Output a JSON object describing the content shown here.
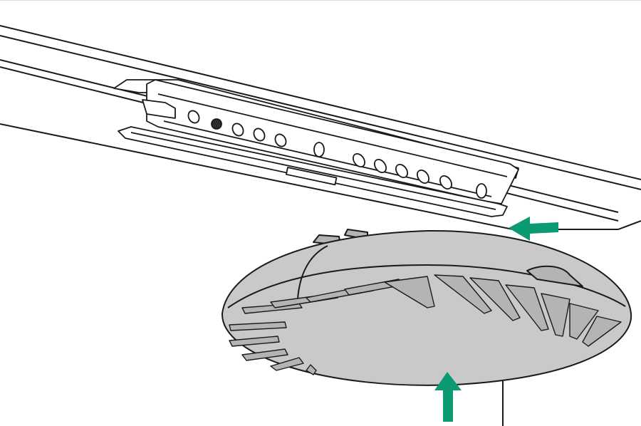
{
  "colors": {
    "background": "#ffffff",
    "line": "#1a1a1a",
    "device_fill": "#c9c9c9",
    "device_shade": "#b4b4b4",
    "arrow": "#0c9a73",
    "screw": "#2a2a2a"
  },
  "components": {
    "ceiling_rail": "ceiling-t-rail",
    "mount_bracket": "mounting-bracket",
    "access_point": "access-point-device",
    "arrow_slide": "arrow-right-to-left",
    "arrow_push": "arrow-bottom-up"
  }
}
